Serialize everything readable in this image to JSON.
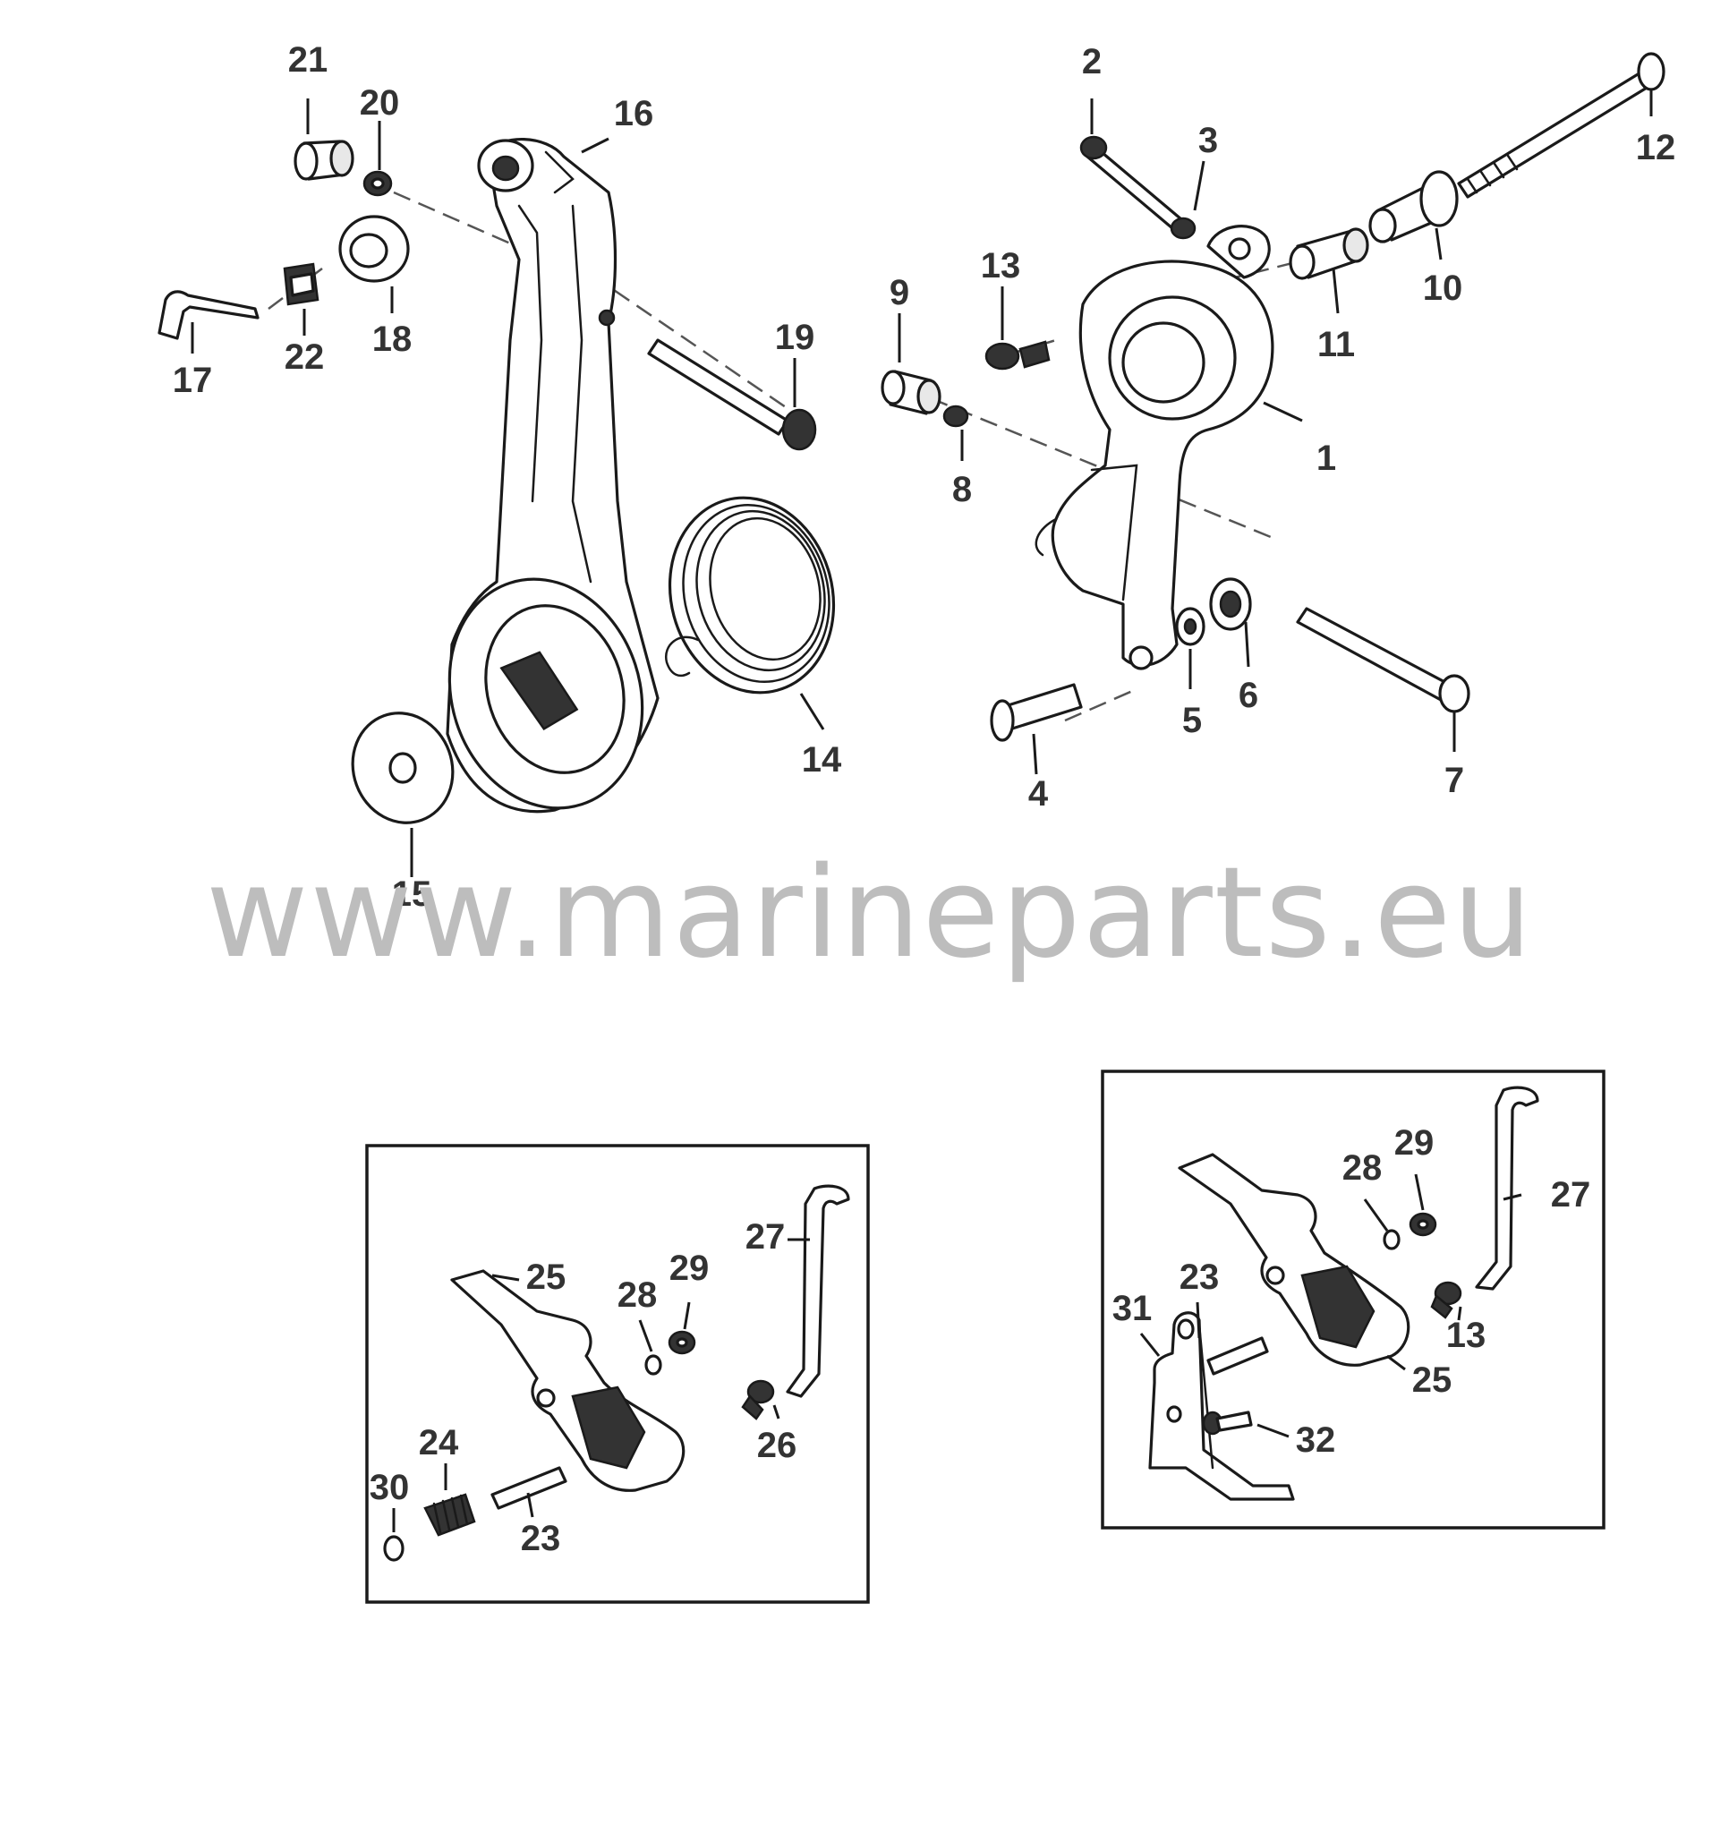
{
  "watermark": "www.marineparts.eu",
  "callouts": {
    "c1": "1",
    "c2": "2",
    "c3": "3",
    "c4": "4",
    "c5": "5",
    "c6": "6",
    "c7": "7",
    "c8": "8",
    "c9": "9",
    "c10": "10",
    "c11": "11",
    "c12": "12",
    "c13": "13",
    "c14": "14",
    "c15": "15",
    "c16": "16",
    "c17": "17",
    "c18": "18",
    "c19": "19",
    "c20": "20",
    "c21": "21",
    "c22": "22",
    "inset_a": {
      "c23": "23",
      "c24": "24",
      "c25": "25",
      "c26": "26",
      "c27": "27",
      "c28": "28",
      "c29": "29",
      "c30": "30"
    },
    "inset_b": {
      "c13": "13",
      "c23": "23",
      "c25": "25",
      "c27": "27",
      "c28": "28",
      "c29": "29",
      "c31": "31",
      "c32": "32"
    }
  }
}
